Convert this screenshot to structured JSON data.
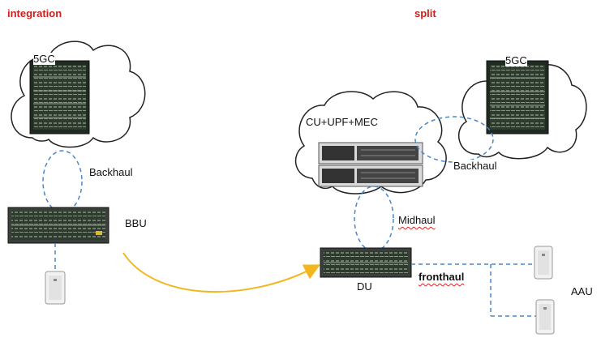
{
  "headers": {
    "left": "integration",
    "right": "split"
  },
  "labels": {
    "fivegc_left": "5GC",
    "fivegc_right": "5GC",
    "cu_upf_mec": "CU+UPF+MEC",
    "backhaul_left": "Backhaul",
    "backhaul_right": "Backhaul",
    "bbu": "BBU",
    "midhaul": "Midhaul",
    "du": "DU",
    "fronthaul": "fronthaul",
    "aau": "AAU"
  },
  "colors": {
    "header_red": "#cc1f1f",
    "dashed_link": "#4a86c8",
    "arrow": "#f2b71c",
    "cloud_stroke": "#222222"
  },
  "icons": [
    "server-rack-icon",
    "rack-server-icon",
    "bbu-unit-icon",
    "du-unit-icon",
    "antenna-icon",
    "curved-arrow-icon"
  ]
}
